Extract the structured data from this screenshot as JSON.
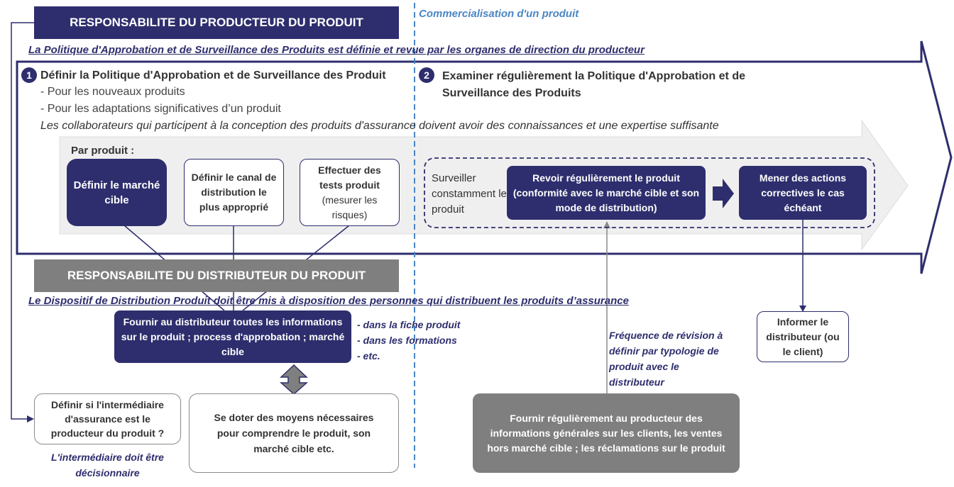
{
  "headers": {
    "producer": "RESPONSABILITE DU PRODUCTEUR DU PRODUIT",
    "distributor": "RESPONSABILITE DU DISTRIBUTEUR DU PRODUIT"
  },
  "tag": "Commercialisation d'un produit",
  "producer_policy": "La Politique d'Approbation et de Surveillance des Produits est définie et revue par les organes de direction du producteur",
  "step1": {
    "number": "1",
    "title": "Définir la Politique d'Approbation et de Surveillance des Produit",
    "bullets": [
      "- Pour les nouveaux produits",
      "- Pour les adaptations significatives d’un produit"
    ],
    "note": "Les collaborateurs qui participent à la conception des produits d'assurance doivent avoir des connaissances et une expertise suffisante"
  },
  "step2": {
    "number": "2",
    "line1": "Examiner régulièrement la Politique d'Approbation et de",
    "line2": "Surveillance des Produits"
  },
  "par_produit": "Par produit :",
  "boxes": {
    "marche_cible": "Définir le marché cible",
    "canal": "Définir le canal de distribution le plus approprié",
    "tests_title": "Effectuer des tests produit",
    "tests_sub": "(mesurer les risques)",
    "surveiller": "Surveiller constamment le produit",
    "revoir": "Revoir régulièrement le produit (conformité avec le marché cible et son mode de distribution)",
    "actions": "Mener des actions correctives le cas échéant",
    "informer": "Informer le distributeur (ou le client)",
    "fournir_info": "Fournir au distributeur toutes les informations sur le produit ; process d'approbation ; marché cible",
    "intermediaire": "Définir si l'intermédiaire d'assurance est le producteur du produit ?",
    "moyens": "Se doter des moyens nécessaires pour comprendre le produit, son marché cible etc.",
    "fournir_retour": "Fournir régulièrement au producteur des informations générales sur les clients, les ventes hors marché cible ; les réclamations sur le produit"
  },
  "distributor_policy": "Le Dispositif de Distribution Produit doit être mis à disposition des personnes qui distribuent les produits d’assurance",
  "channels": [
    "- dans la fiche produit",
    "- dans les formations",
    "- etc."
  ],
  "frequence": [
    "Fréquence de révision à",
    "définir par typologie de",
    "produit avec le",
    "distributeur"
  ],
  "intermediaire_note": [
    "L'intermédiaire doit être",
    "décisionnaire"
  ],
  "colors": {
    "navy": "#2e2e6e",
    "grey": "#7f7f7f",
    "light_arrow": "#f0f0f0",
    "accent_blue": "#4a86c5"
  }
}
